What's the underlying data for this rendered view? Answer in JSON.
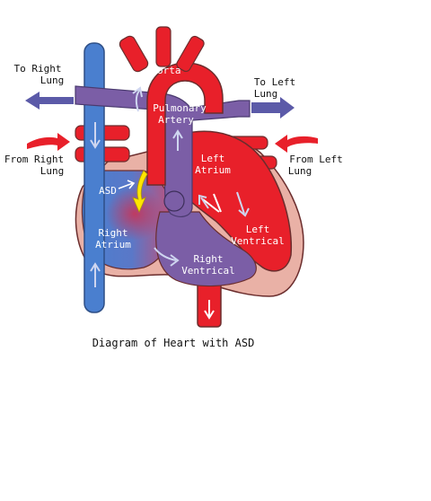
{
  "diagram": {
    "caption": "Diagram of Heart with ASD",
    "labels": {
      "to_right_lung_1": "To Right",
      "to_right_lung_2": "Lung",
      "to_left_lung_1": "To Left",
      "to_left_lung_2": "Lung",
      "from_right_lung_1": "From Right",
      "from_right_lung_2": "Lung",
      "from_left_lung_1": "From Left",
      "from_left_lung_2": "Lung",
      "aorta": "Aorta",
      "pulmonary_artery_1": "Pulmonary",
      "pulmonary_artery_2": "Artery",
      "left_atrium_1": "Left",
      "left_atrium_2": "Atrium",
      "left_ventricle_1": "Left",
      "left_ventricle_2": "Ventrical",
      "right_atrium_1": "Right",
      "right_atrium_2": "Atrium",
      "right_ventricle_1": "Right",
      "right_ventricle_2": "Ventrical",
      "asd": "ASD"
    },
    "colors": {
      "oxygenated": "#e8202a",
      "deoxygenated_vein": "#4a7fcf",
      "deoxygenated_artery": "#7b5ea6",
      "heart_wall": "#e9b1a6",
      "outline": "#6b2d2d",
      "shunt_arrow": "#ffe600",
      "lung_arrow_blue": "#5b5aa8"
    }
  }
}
